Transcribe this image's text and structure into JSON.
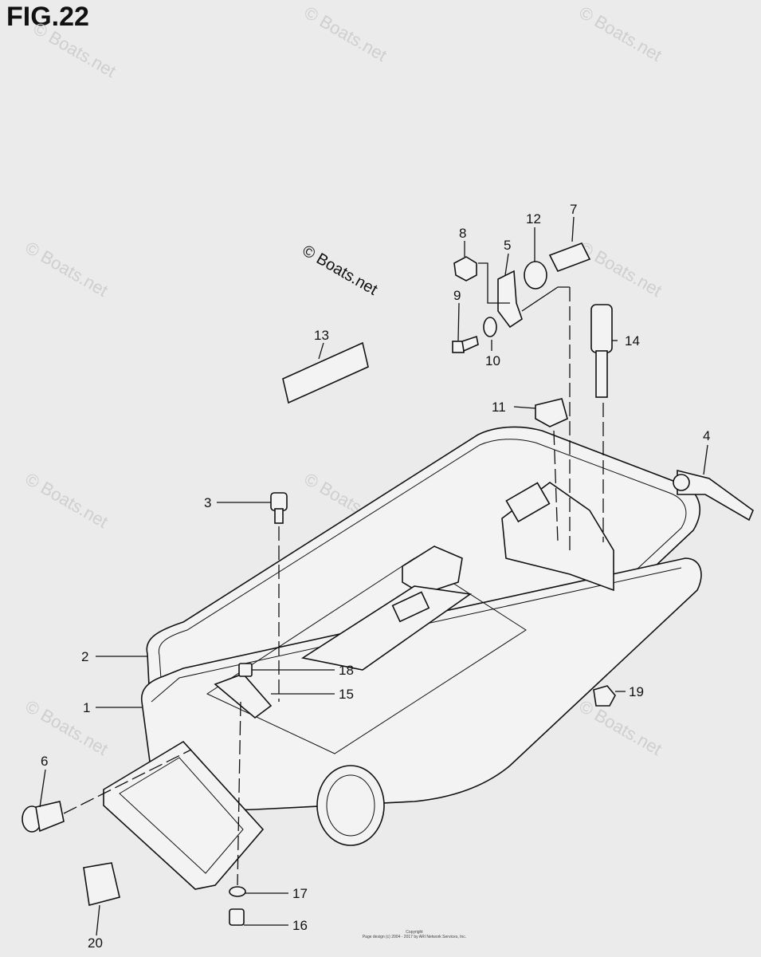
{
  "figure": {
    "title": "FIG.22",
    "copyright_mark": "© Boats.net",
    "watermark_text": "© Boats.net",
    "footer_line1": "Copyright",
    "footer_line2": "Page design (c) 2004 - 2017 by ARI Network Services, Inc."
  },
  "callouts": [
    {
      "id": "1",
      "text": "1"
    },
    {
      "id": "2",
      "text": "2"
    },
    {
      "id": "3",
      "text": "3"
    },
    {
      "id": "4",
      "text": "4"
    },
    {
      "id": "5",
      "text": "5"
    },
    {
      "id": "6",
      "text": "6"
    },
    {
      "id": "7",
      "text": "7"
    },
    {
      "id": "8",
      "text": "8"
    },
    {
      "id": "9",
      "text": "9"
    },
    {
      "id": "10",
      "text": "10"
    },
    {
      "id": "11",
      "text": "11"
    },
    {
      "id": "12",
      "text": "12"
    },
    {
      "id": "13",
      "text": "13"
    },
    {
      "id": "14",
      "text": "14"
    },
    {
      "id": "15",
      "text": "15"
    },
    {
      "id": "16",
      "text": "16"
    },
    {
      "id": "17",
      "text": "17"
    },
    {
      "id": "18",
      "text": "18"
    },
    {
      "id": "19",
      "text": "19"
    },
    {
      "id": "20",
      "text": "20"
    }
  ]
}
